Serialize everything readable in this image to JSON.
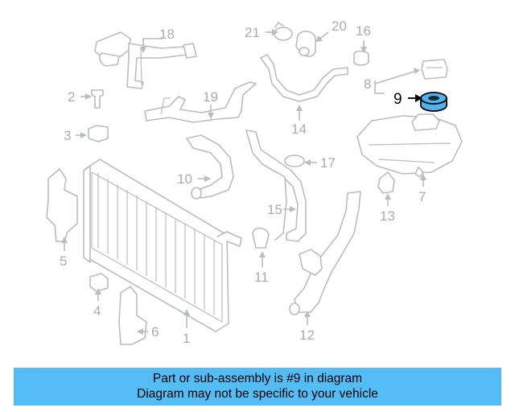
{
  "diagram": {
    "highlighted_part": "9",
    "colors": {
      "highlight": "#4fb3f0",
      "banner": "#55bdf6",
      "faded_lines": "#b9bcc0"
    },
    "callouts": [
      {
        "number": "1"
      },
      {
        "number": "2"
      },
      {
        "number": "3"
      },
      {
        "number": "4"
      },
      {
        "number": "5"
      },
      {
        "number": "6"
      },
      {
        "number": "7"
      },
      {
        "number": "8"
      },
      {
        "number": "9"
      },
      {
        "number": "10"
      },
      {
        "number": "11"
      },
      {
        "number": "12"
      },
      {
        "number": "13"
      },
      {
        "number": "14"
      },
      {
        "number": "15"
      },
      {
        "number": "16"
      },
      {
        "number": "17"
      },
      {
        "number": "18"
      },
      {
        "number": "19"
      },
      {
        "number": "20"
      },
      {
        "number": "21"
      }
    ]
  },
  "banner": {
    "line1": "Part or sub-assembly is #9 in diagram",
    "line2": "Diagram may not be specific to your vehicle"
  }
}
